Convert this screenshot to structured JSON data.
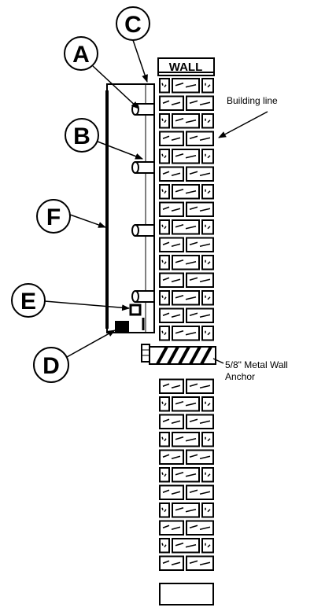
{
  "wall": {
    "title": "WALL"
  },
  "labels": {
    "building_line": "Building line",
    "anchor_line1": "5/8\" Metal Wall",
    "anchor_line2": "Anchor"
  },
  "callouts": [
    {
      "letter": "A"
    },
    {
      "letter": "B"
    },
    {
      "letter": "C"
    },
    {
      "letter": "D"
    },
    {
      "letter": "E"
    },
    {
      "letter": "F"
    }
  ]
}
